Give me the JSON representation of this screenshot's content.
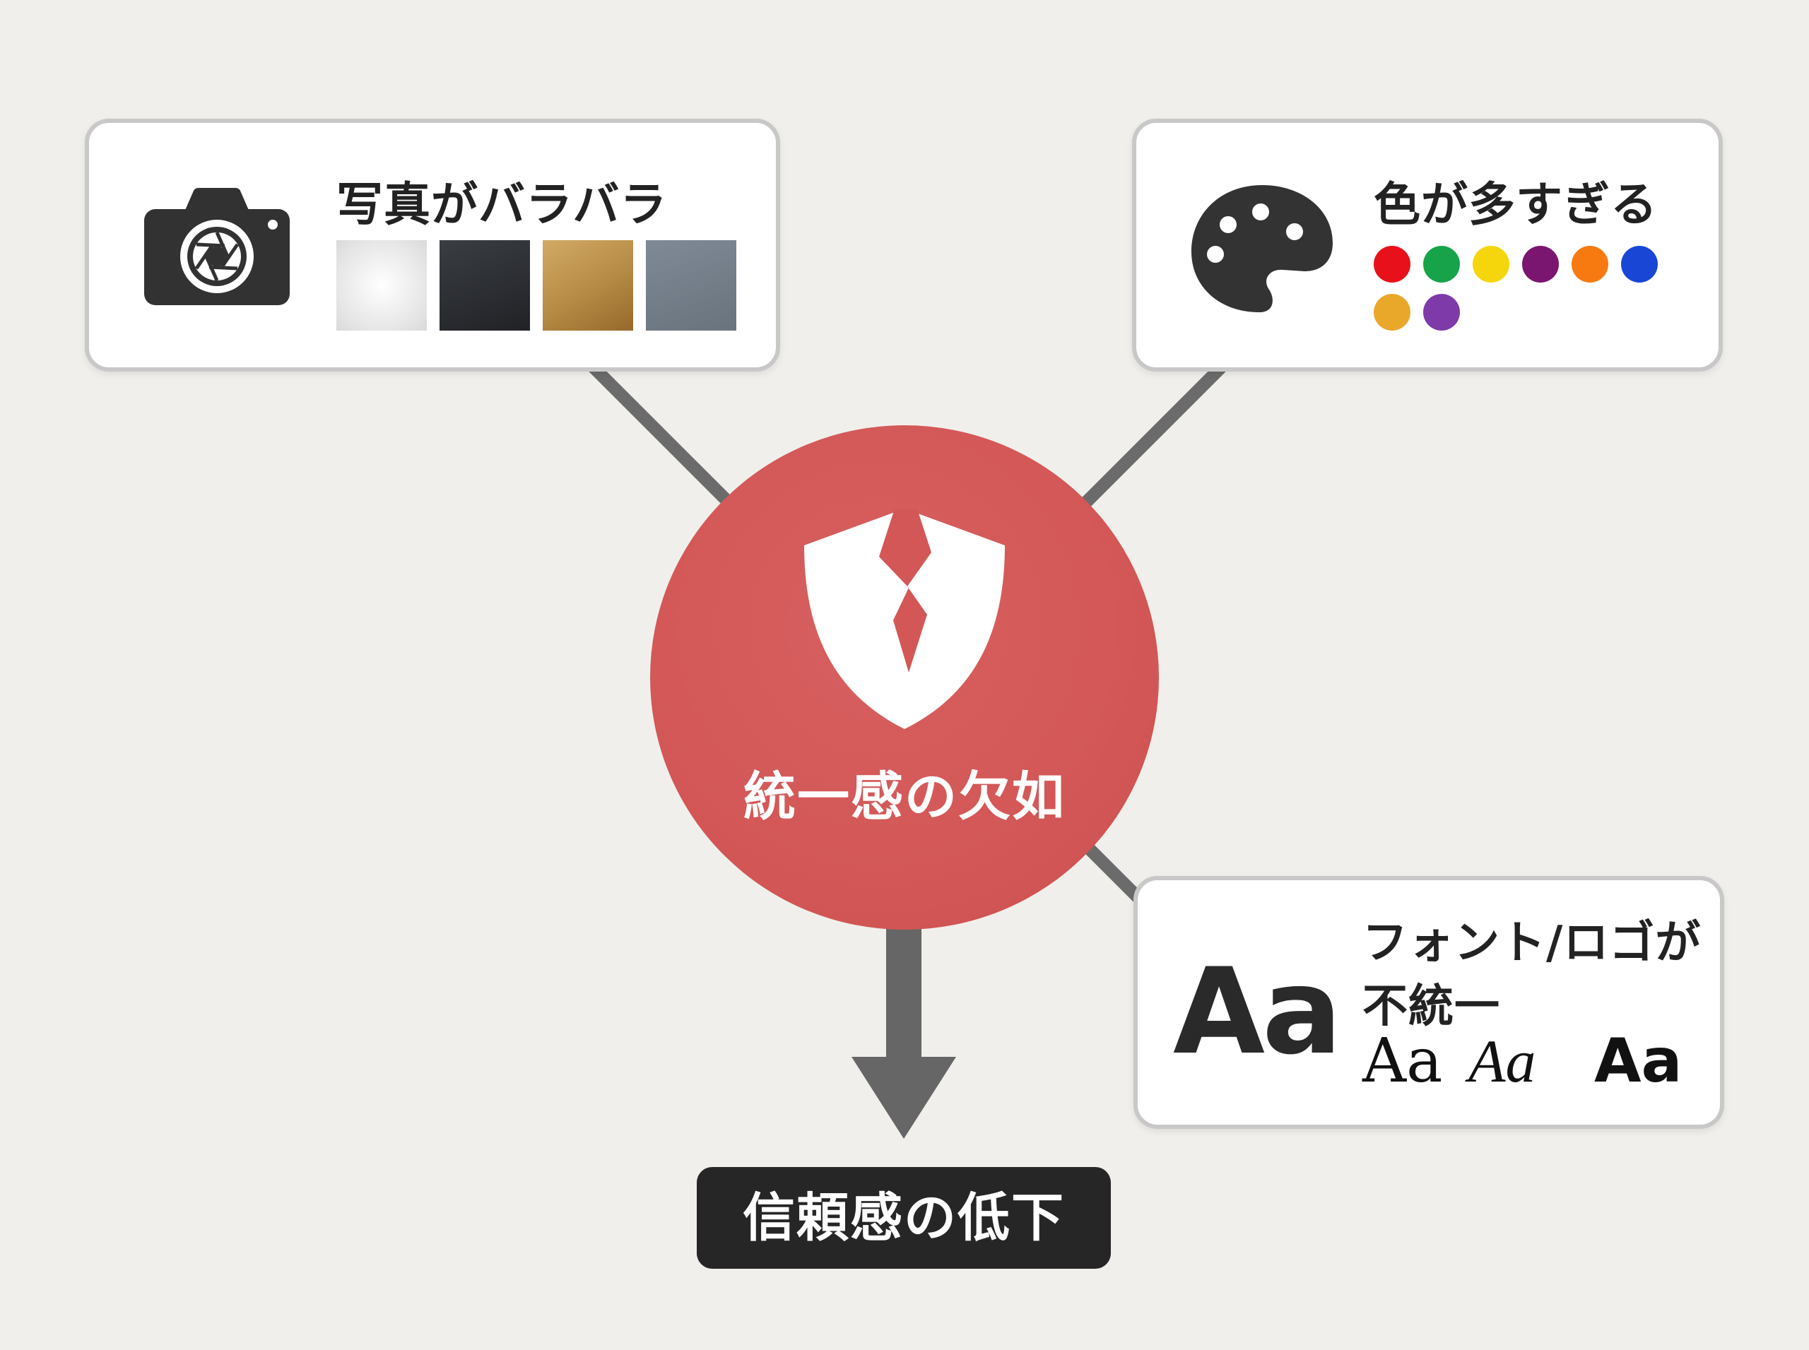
{
  "center": {
    "label": "統一感の欠如",
    "color": "#d35757",
    "icon": "broken-shield-icon"
  },
  "causes": {
    "photos": {
      "title": "写真がバラバラ",
      "icon": "camera-icon",
      "swatches": [
        "#eeeeee",
        "#2b2d31",
        "#b8894a",
        "#727c88"
      ]
    },
    "colors": {
      "title": "色が多すぎる",
      "icon": "palette-icon",
      "dots": [
        "#e8101a",
        "#16a34a",
        "#f5d60c",
        "#7a1570",
        "#f77a11",
        "#1a46d6",
        "#e9a82a",
        "#7e3aa8"
      ]
    },
    "fonts": {
      "title": "フォント/ロゴが不統一",
      "big_sample": "Aa",
      "samples": [
        "Aa",
        "Aa",
        "Aa"
      ]
    }
  },
  "result": {
    "label": "信頼感の低下"
  }
}
